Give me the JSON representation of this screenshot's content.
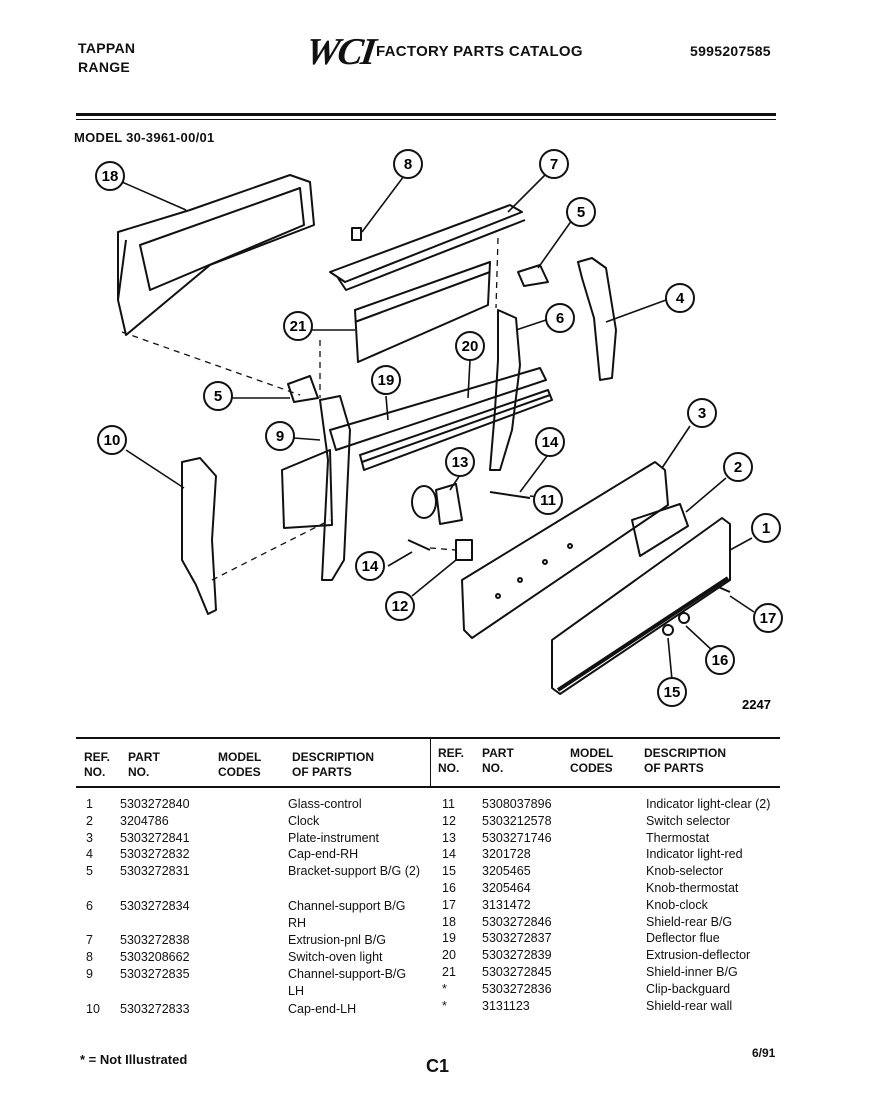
{
  "header": {
    "brand_line1": "TAPPAN",
    "brand_line2": "RANGE",
    "logo_text": "WCI",
    "catalog_title": "FACTORY PARTS CATALOG",
    "catalog_number": "5995207585"
  },
  "model_label": "MODEL 30-3961-00/01",
  "diagram": {
    "figure_number": "2247",
    "callouts": [
      "1",
      "2",
      "3",
      "4",
      "5",
      "5",
      "6",
      "7",
      "8",
      "9",
      "10",
      "11",
      "12",
      "13",
      "14",
      "14",
      "15",
      "16",
      "17",
      "18",
      "19",
      "20",
      "21"
    ]
  },
  "table_headers": {
    "ref": [
      "REF.",
      "NO."
    ],
    "part": [
      "PART",
      "NO."
    ],
    "model": [
      "MODEL",
      "CODES"
    ],
    "desc": [
      "DESCRIPTION",
      "OF PARTS"
    ]
  },
  "parts_left": [
    {
      "ref": "1",
      "part": "5303272840",
      "code": "",
      "desc": "Glass-control"
    },
    {
      "ref": "2",
      "part": "3204786",
      "code": "",
      "desc": "Clock"
    },
    {
      "ref": "3",
      "part": "5303272841",
      "code": "",
      "desc": "Plate-instrument"
    },
    {
      "ref": "4",
      "part": "5303272832",
      "code": "",
      "desc": "Cap-end-RH"
    },
    {
      "ref": "5",
      "part": "5303272831",
      "code": "",
      "desc": "Bracket-support B/G (2)"
    },
    {
      "ref": "6",
      "part": "5303272834",
      "code": "",
      "desc": "Channel-support B/G RH"
    },
    {
      "ref": "7",
      "part": "5303272838",
      "code": "",
      "desc": "Extrusion-pnl B/G"
    },
    {
      "ref": "8",
      "part": "5303208662",
      "code": "",
      "desc": "Switch-oven light"
    },
    {
      "ref": "9",
      "part": "5303272835",
      "code": "",
      "desc": "Channel-support-B/G LH"
    },
    {
      "ref": "10",
      "part": "5303272833",
      "code": "",
      "desc": "Cap-end-LH"
    }
  ],
  "parts_right": [
    {
      "ref": "11",
      "part": "5308037896",
      "code": "",
      "desc": "Indicator light-clear (2)"
    },
    {
      "ref": "12",
      "part": "5303212578",
      "code": "",
      "desc": "Switch selector"
    },
    {
      "ref": "13",
      "part": "5303271746",
      "code": "",
      "desc": "Thermostat"
    },
    {
      "ref": "14",
      "part": "3201728",
      "code": "",
      "desc": "Indicator light-red"
    },
    {
      "ref": "15",
      "part": "3205465",
      "code": "",
      "desc": "Knob-selector"
    },
    {
      "ref": "16",
      "part": "3205464",
      "code": "",
      "desc": "Knob-thermostat"
    },
    {
      "ref": "17",
      "part": "3131472",
      "code": "",
      "desc": "Knob-clock"
    },
    {
      "ref": "18",
      "part": "5303272846",
      "code": "",
      "desc": "Shield-rear B/G"
    },
    {
      "ref": "19",
      "part": "5303272837",
      "code": "",
      "desc": "Deflector flue"
    },
    {
      "ref": "20",
      "part": "5303272839",
      "code": "",
      "desc": "Extrusion-deflector"
    },
    {
      "ref": "21",
      "part": "5303272845",
      "code": "",
      "desc": "Shield-inner B/G"
    },
    {
      "ref": "*",
      "part": "5303272836",
      "code": "",
      "desc": "Clip-backguard"
    },
    {
      "ref": "*",
      "part": "3131123",
      "code": "",
      "desc": "Shield-rear wall"
    }
  ],
  "footer": {
    "note": "* = Not Illustrated",
    "page": "C1",
    "date": "6/91"
  }
}
